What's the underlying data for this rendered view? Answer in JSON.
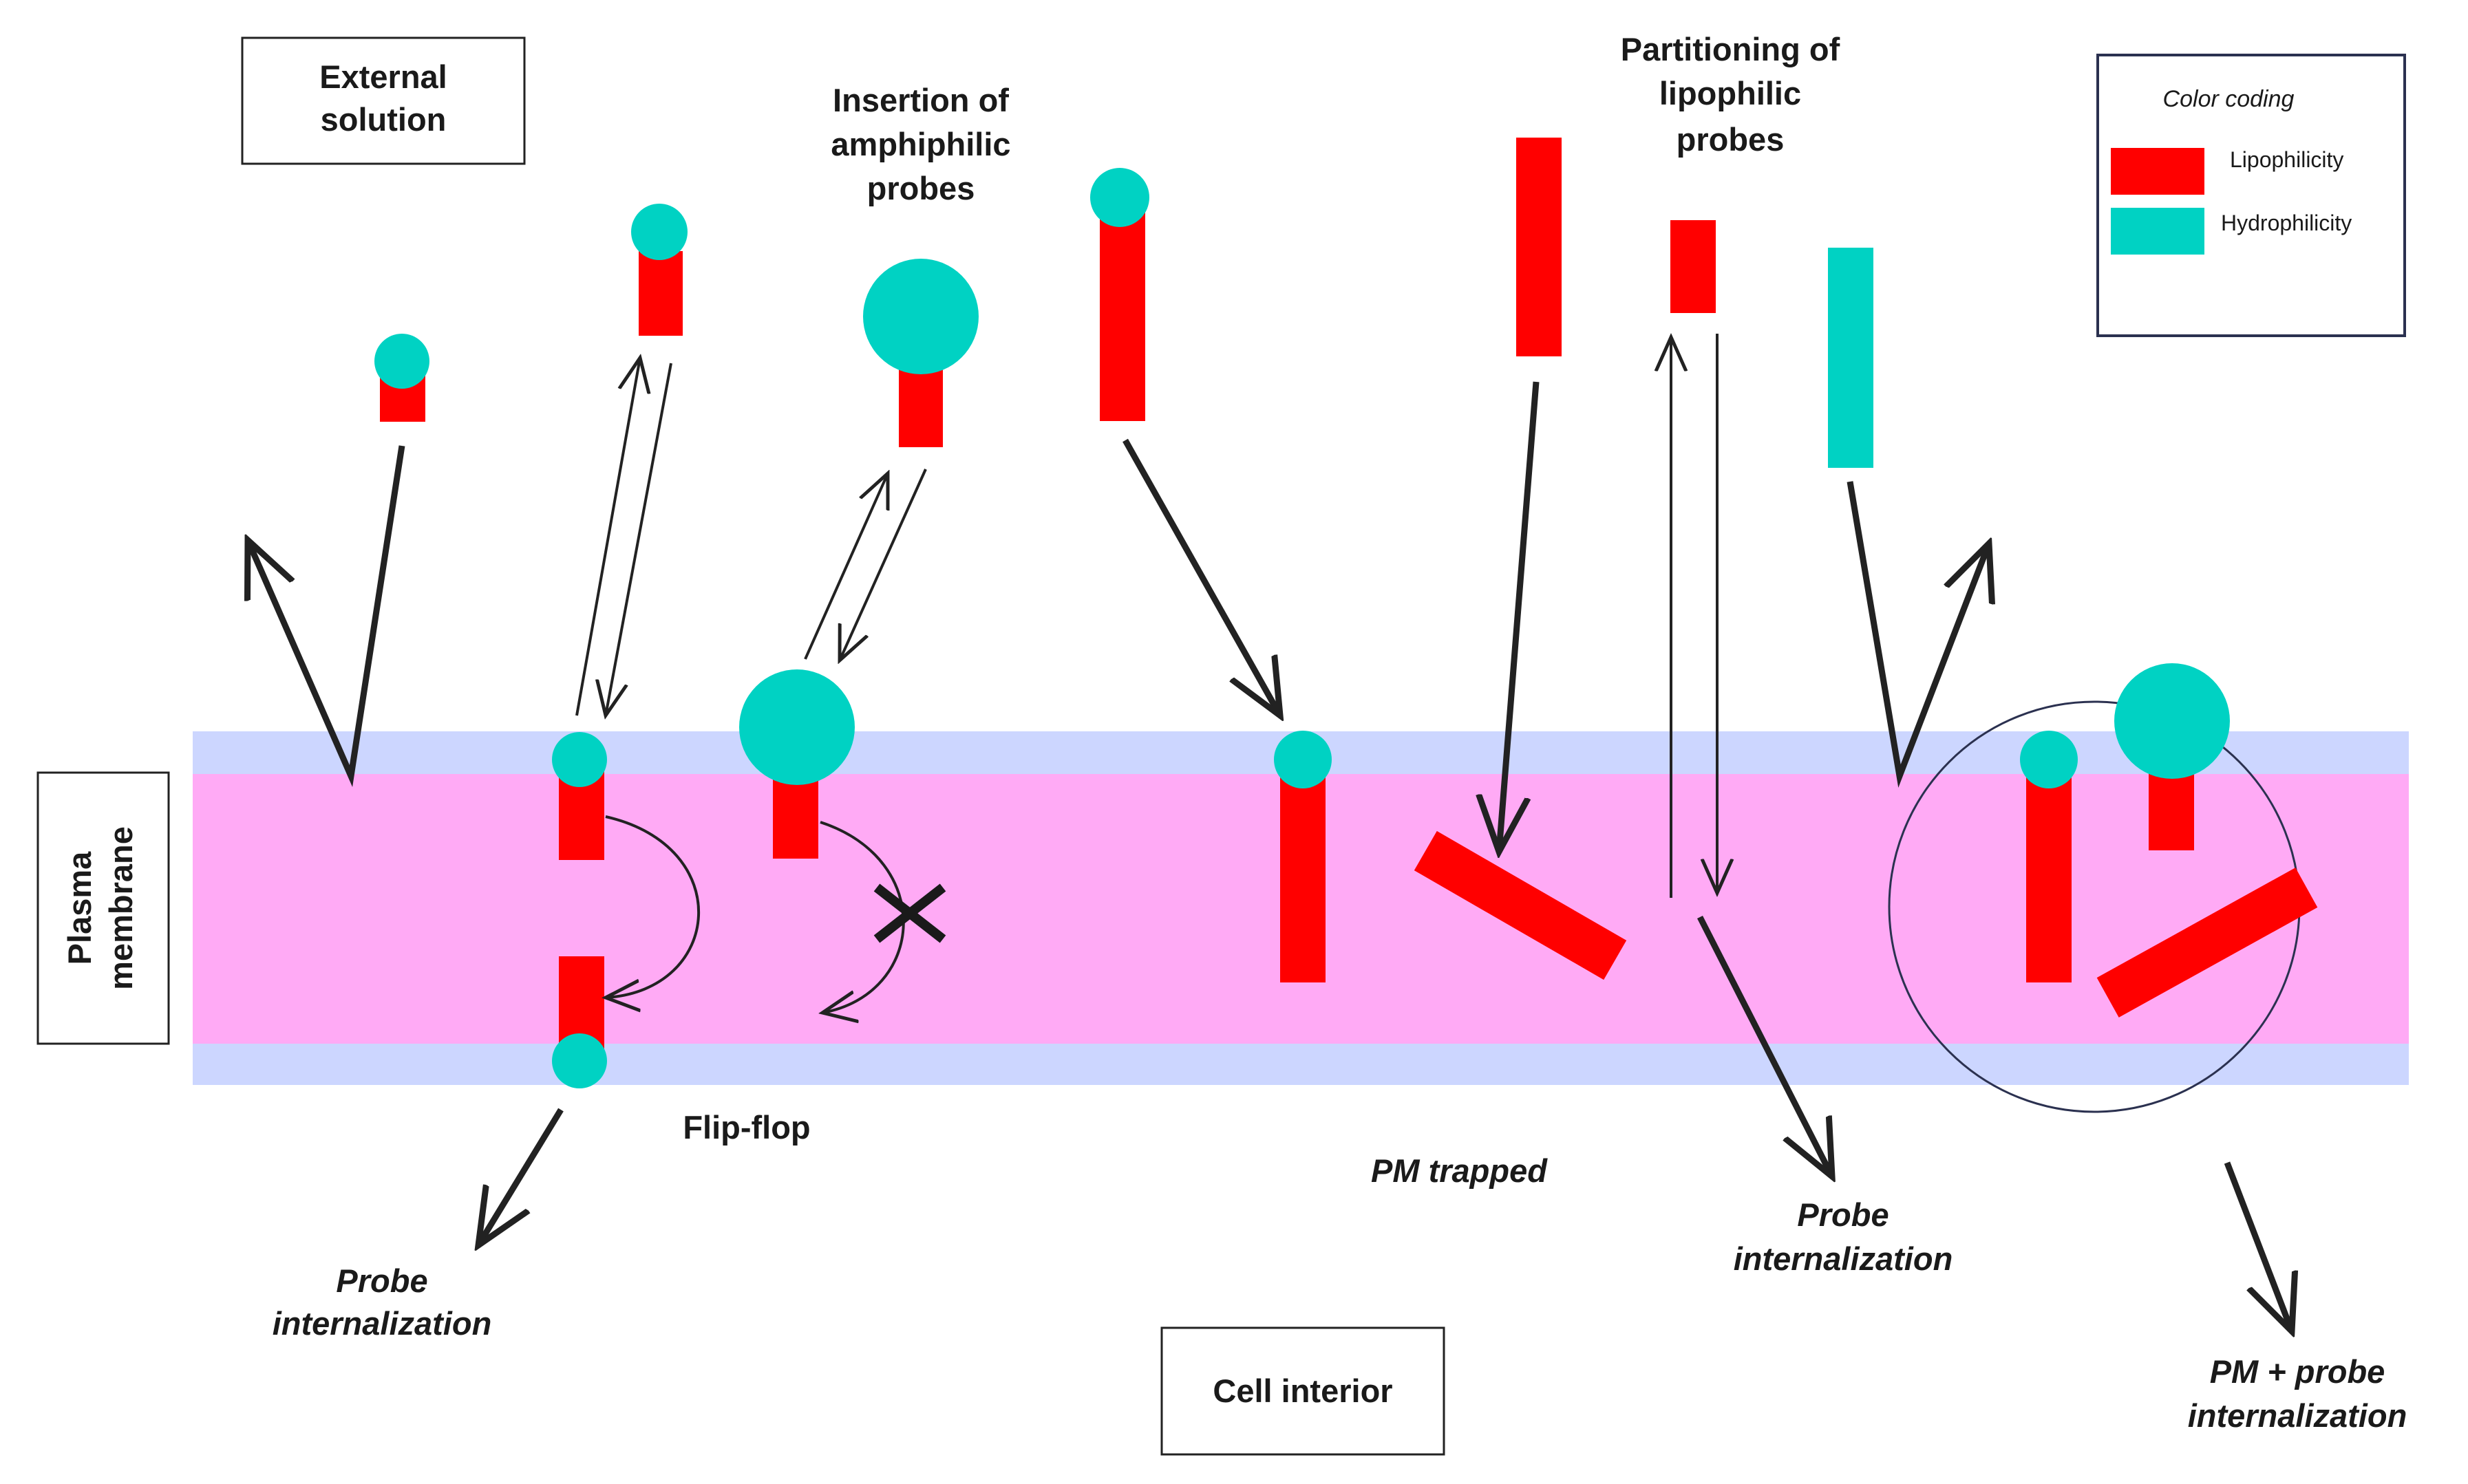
{
  "labels": {
    "external_solution": [
      "External",
      "solution"
    ],
    "insertion": [
      "Insertion of",
      "amphiphilic",
      "probes"
    ],
    "partitioning": [
      "Partitioning of",
      "lipophilic",
      "probes"
    ],
    "plasma_membrane": [
      "Plasma",
      "membrane"
    ],
    "flip_flop": "Flip-flop",
    "pm_trapped": "PM trapped",
    "probe_internalization_left": [
      "Probe",
      "internalization"
    ],
    "probe_internalization_right": [
      "Probe",
      "internalization"
    ],
    "cell_interior": "Cell interior",
    "pm_probe_internalization": [
      "PM + probe",
      "internalization"
    ]
  },
  "legend": {
    "title": "Color coding",
    "items": [
      {
        "label": "Lipophilicity",
        "color": "#ff0000"
      },
      {
        "label": "Hydrophilicity",
        "color": "#00d2c3"
      }
    ]
  },
  "colors": {
    "lipophilic": "#ff0000",
    "hydrophilic": "#00d2c3",
    "membrane_core": "#ffaaf5",
    "membrane_leaflet": "#ccd6ff"
  }
}
